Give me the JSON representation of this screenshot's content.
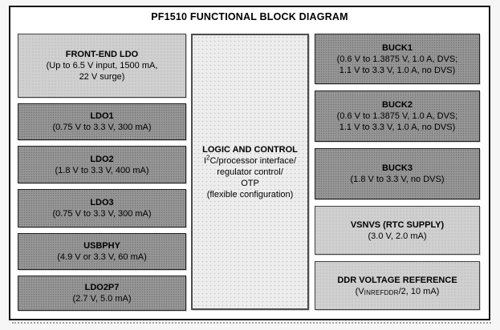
{
  "title": "PF1510 FUNCTIONAL BLOCK DIAGRAM",
  "colors": {
    "dark_block": "#919191",
    "light_block": "#d0d0d0",
    "logic_block": "#ededed",
    "frame_border": "#161616"
  },
  "left_column": [
    {
      "name": "FRONT-END LDO",
      "shade": "light",
      "specs": [
        "(Up to 6.5 V input, 1500 mA,",
        "22 V surge)"
      ]
    },
    {
      "name": "LDO1",
      "shade": "dark",
      "specs": [
        "(0.75 V to 3.3 V, 300 mA)"
      ]
    },
    {
      "name": "LDO2",
      "shade": "dark",
      "specs": [
        "(1.8 V to 3.3 V, 400 mA)"
      ]
    },
    {
      "name": "LDO3",
      "shade": "dark",
      "specs": [
        "(0.75 V to 3.3 V, 300 mA)"
      ]
    },
    {
      "name": "USBPHY",
      "shade": "dark",
      "specs": [
        "(4.9 V or 3.3 V, 60 mA)"
      ]
    },
    {
      "name": "LDO2P7",
      "shade": "dark",
      "specs": [
        "(2.7 V, 5.0 mA)"
      ]
    }
  ],
  "center_block": {
    "name": "LOGIC AND CONTROL",
    "lines": [
      "I^{2}C/processor interface/",
      "regulator control/",
      "OTP",
      "(flexible configuration)"
    ]
  },
  "right_column": [
    {
      "name": "BUCK1",
      "shade": "dark",
      "specs": [
        "(0.6 V to 1.3875 V, 1.0 A, DVS;",
        "1.1 V to 3.3 V, 1.0 A, no DVS)"
      ]
    },
    {
      "name": "BUCK2",
      "shade": "dark",
      "specs": [
        "(0.6 V to 1.3875 V, 1.0 A, DVS;",
        "1.1 V to 3.3 V, 1.0 A, no DVS)"
      ]
    },
    {
      "name": "BUCK3",
      "shade": "dark",
      "specs": [
        "(1.8 V to 3.3 V, no DVS)"
      ]
    },
    {
      "name": "VSNVS (RTC SUPPLY)",
      "shade": "light",
      "specs": [
        "(3.0 V, 2.0 mA)"
      ]
    },
    {
      "name": "DDR VOLTAGE REFERENCE",
      "shade": "light",
      "specs": [
        "(V_{INREFDDR}/2, 10 mA)"
      ]
    }
  ]
}
